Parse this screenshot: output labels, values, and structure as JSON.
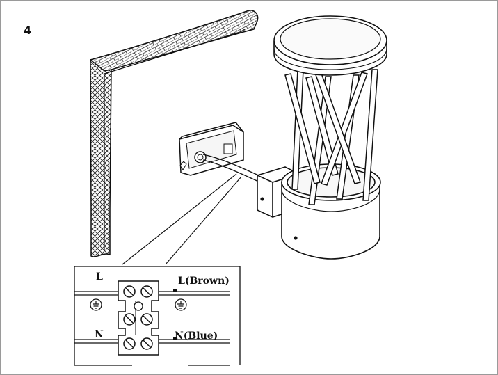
{
  "step": {
    "number": "4"
  },
  "wiring": {
    "left": {
      "live_label": "L",
      "neutral_label": "N"
    },
    "right": {
      "live_label": "L(Brown)",
      "neutral_label": "N(Blue)"
    }
  },
  "icons": [
    "earth-ground-icon",
    "earth-ground-icon"
  ],
  "colors": {
    "line": "#111111",
    "hatch": "#222222",
    "background": "#ffffff"
  }
}
